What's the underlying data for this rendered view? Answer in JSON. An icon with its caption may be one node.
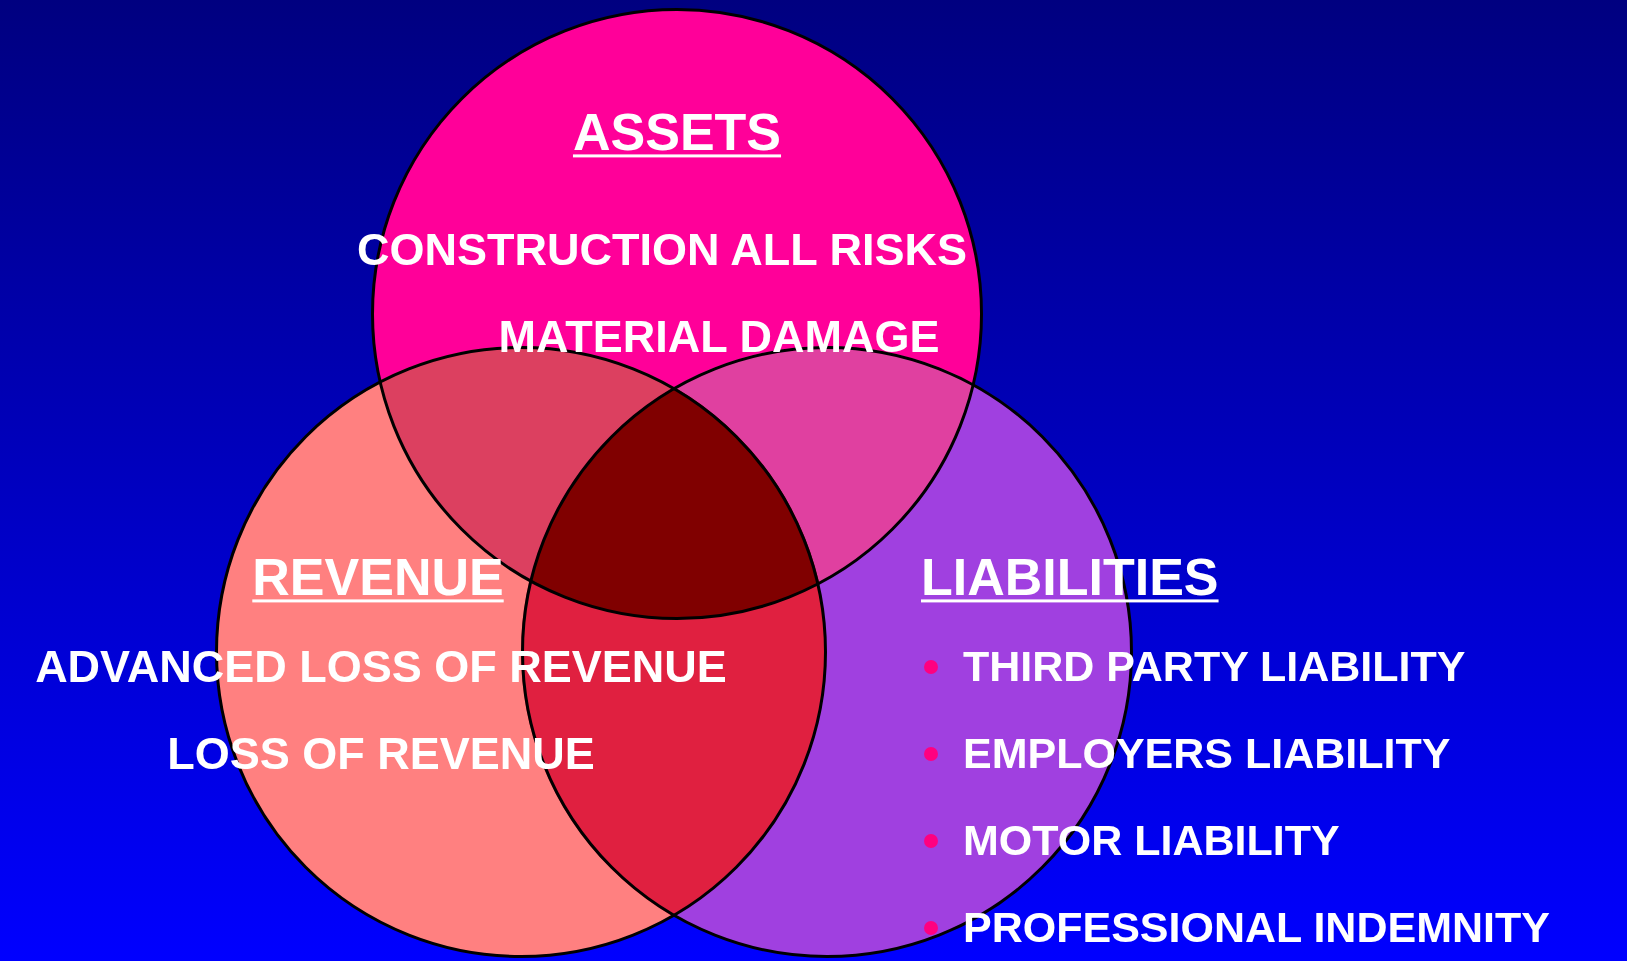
{
  "diagram": {
    "nodes": [
      {
        "text": [
          "ASSETS",
          "CONSTRUCTION ALL RISKS",
          "MATERIAL DAMAGE"
        ]
      },
      {
        "text": [
          "REVENUE",
          "ADVANCED LOSS OF REVENUE",
          "LOSS OF REVENUE"
        ]
      },
      {
        "text": [
          "LIABILITIES",
          "THIRD PARTY LIABILITY",
          "EMPLOYERS LIABILITY",
          "MOTOR LIABILITY",
          "PROFESSIONAL INDEMNITY"
        ]
      }
    ],
    "edges": []
  }
}
